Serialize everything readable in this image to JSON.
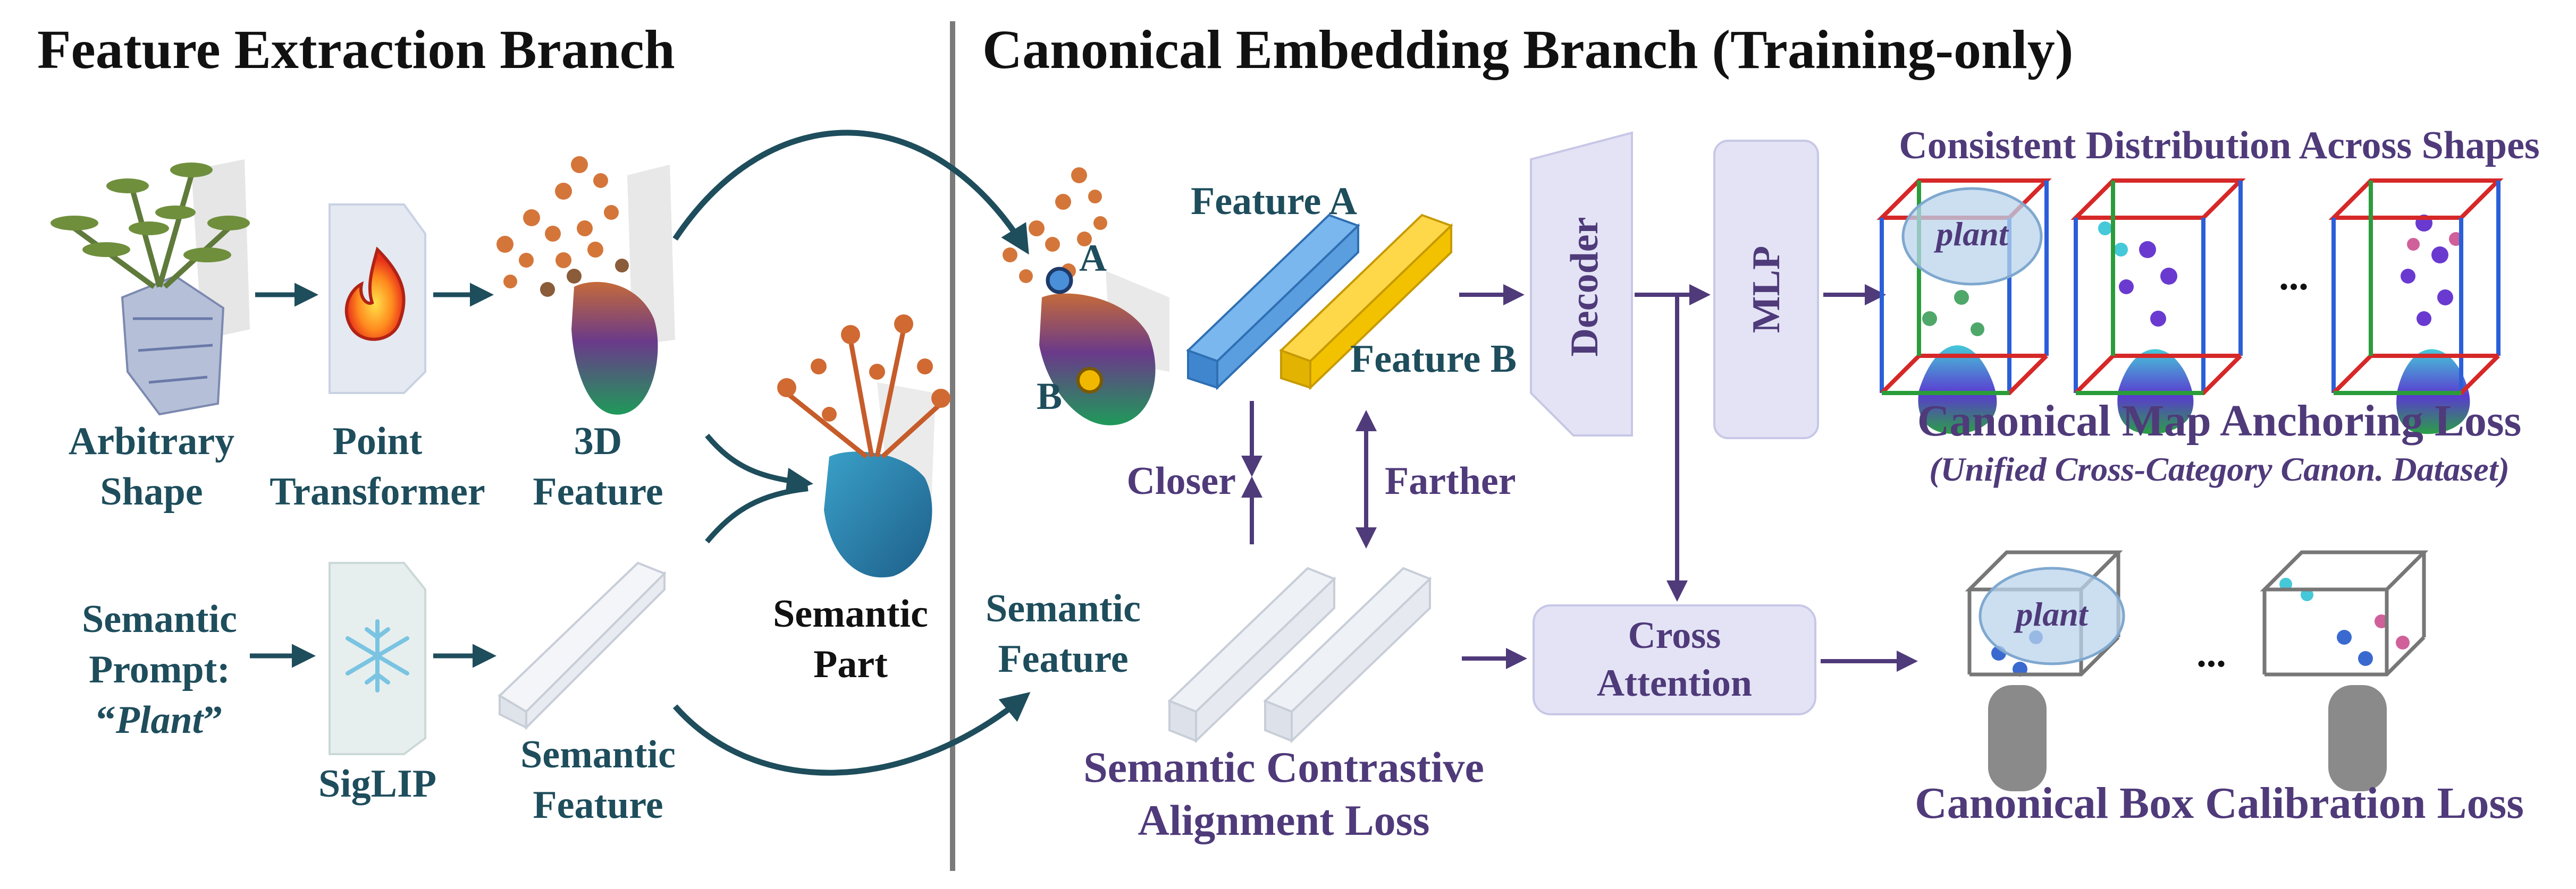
{
  "left_section": {
    "title": "Feature Extraction Branch",
    "input_shape": {
      "line1": "Arbitrary",
      "line2": "Shape"
    },
    "point_transformer": {
      "line1": "Point",
      "line2": "Transformer"
    },
    "feature_3d": {
      "line1": "3D",
      "line2": "Feature"
    },
    "semantic_prompt": {
      "line1": "Semantic",
      "line2": "Prompt:",
      "quote_open": "“",
      "value": "Plant",
      "quote_close": "”"
    },
    "siglip": "SigLIP",
    "semantic_feature": {
      "line1": "Semantic",
      "line2": "Feature"
    },
    "semantic_part": {
      "line1": "Semantic",
      "line2": "Part"
    }
  },
  "right_section": {
    "title": "Canonical Embedding Branch (Training-only)",
    "point_a": "A",
    "point_b": "B",
    "feature_a": "Feature A",
    "feature_b": "Feature B",
    "closer": "Closer",
    "farther": "Farther",
    "semantic_feature": {
      "line1": "Semantic",
      "line2": "Feature"
    },
    "contrastive_loss": {
      "line1": "Semantic Contrastive",
      "line2": "Alignment Loss"
    },
    "decoder": "Decoder",
    "mlp": "MLP",
    "cross_attention": {
      "line1": "Cross",
      "line2": "Attention"
    },
    "consistent_distribution": "Consistent Distribution Across Shapes",
    "plant_label": "plant",
    "ellipsis": "...",
    "anchoring_loss": "Canonical Map Anchoring Loss",
    "anchoring_dataset": "(Unified Cross-Category Canon. Dataset)",
    "box_loss": "Canonical Box Calibration Loss"
  },
  "colors": {
    "teal_text": "#1e4d5c",
    "purple_text": "#4f3a7a",
    "feature_a_bar": "#4a90d9",
    "feature_b_bar": "#f2c200",
    "module_fill": "#e3e3f5",
    "box_red": "#d62828",
    "box_green": "#2a9d3a",
    "box_blue": "#2b5fd9"
  }
}
